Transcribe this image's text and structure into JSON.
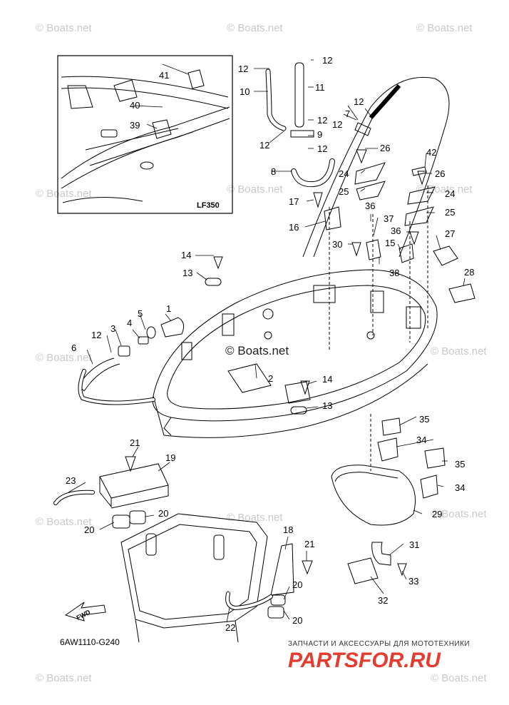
{
  "diagram_code": "6AW1110-G240",
  "inset_label": "LF350",
  "fwd_label": "FWD",
  "watermark_text": "© Boats.net",
  "watermark_center": "© Boats.net",
  "footer": {
    "tagline": "ЗАПЧАСТИ И АКСЕССУАРЫ ДЛЯ МОТОТЕХНИКИ",
    "brand": "PARTSFOR.RU"
  },
  "callouts": [
    "1",
    "2",
    "3",
    "4",
    "5",
    "6",
    "7",
    "8",
    "9",
    "10",
    "11",
    "12",
    "13",
    "14",
    "15",
    "16",
    "17",
    "18",
    "19",
    "20",
    "21",
    "22",
    "23",
    "24",
    "25",
    "26",
    "27",
    "28",
    "29",
    "30",
    "31",
    "32",
    "33",
    "34",
    "35",
    "36",
    "37",
    "38",
    "39",
    "40",
    "41",
    "42"
  ],
  "colors": {
    "line": "#000000",
    "watermark": "#c9c9c9",
    "brand_red": "#e63b2e"
  }
}
